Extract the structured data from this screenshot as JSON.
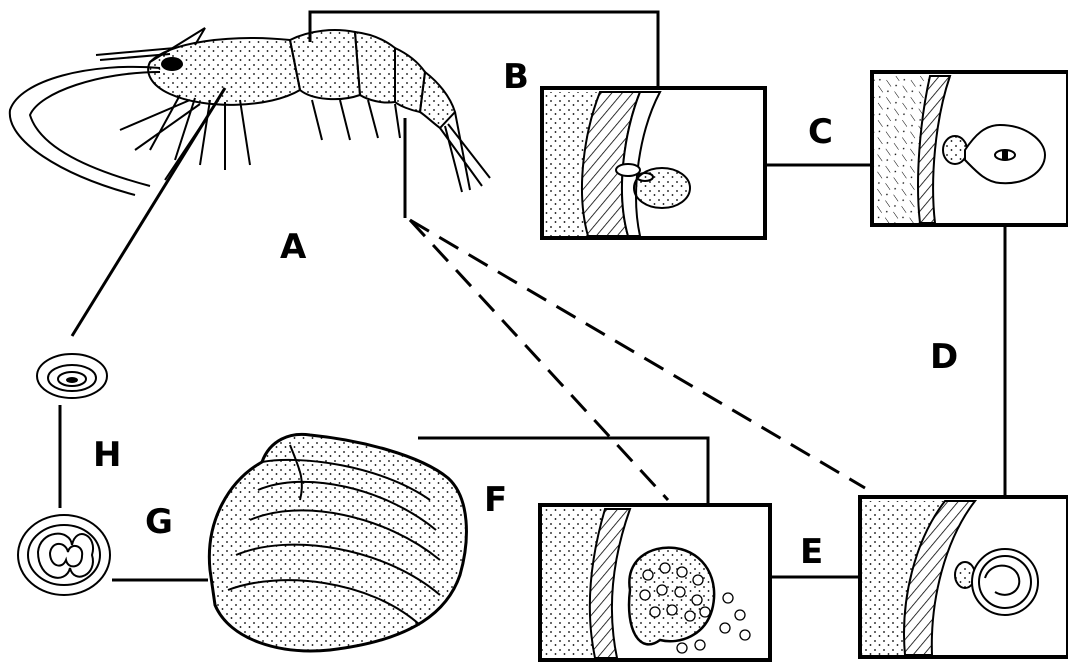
{
  "labels": {
    "a": "A",
    "b": "B",
    "c": "C",
    "d": "D",
    "e": "E",
    "f": "F",
    "g": "G",
    "h": "H"
  },
  "icons": {
    "shrimp": "shrimp-icon",
    "clam": "clam-shell-icon"
  }
}
